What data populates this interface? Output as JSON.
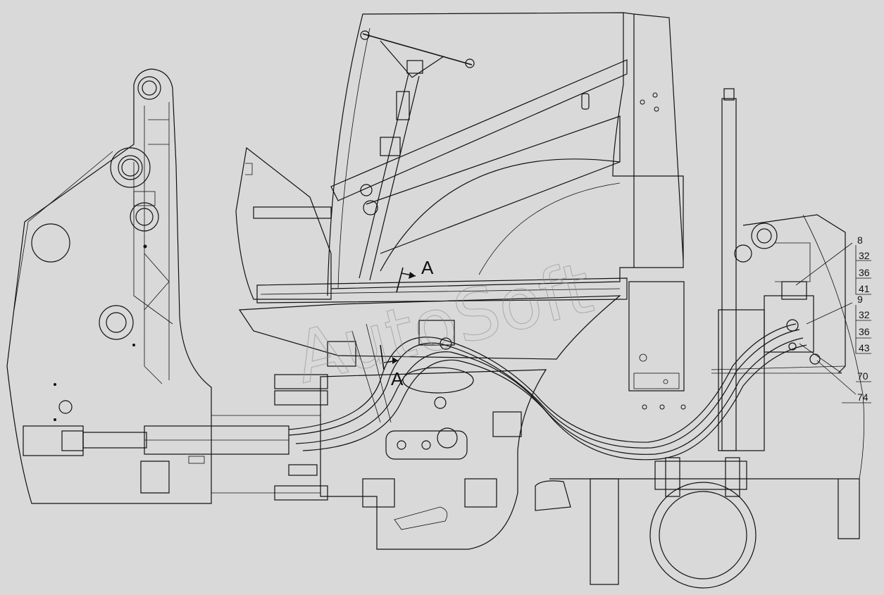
{
  "watermark": "AutoSoft",
  "section_labels": {
    "top": "A",
    "bottom": "A"
  },
  "callouts": [
    "8",
    "32",
    "36",
    "41",
    "9",
    "32",
    "36",
    "43",
    "70",
    "74"
  ],
  "colors": {
    "background": "#d9d9d9",
    "line": "#111111",
    "watermark": "#8a8a8a"
  }
}
